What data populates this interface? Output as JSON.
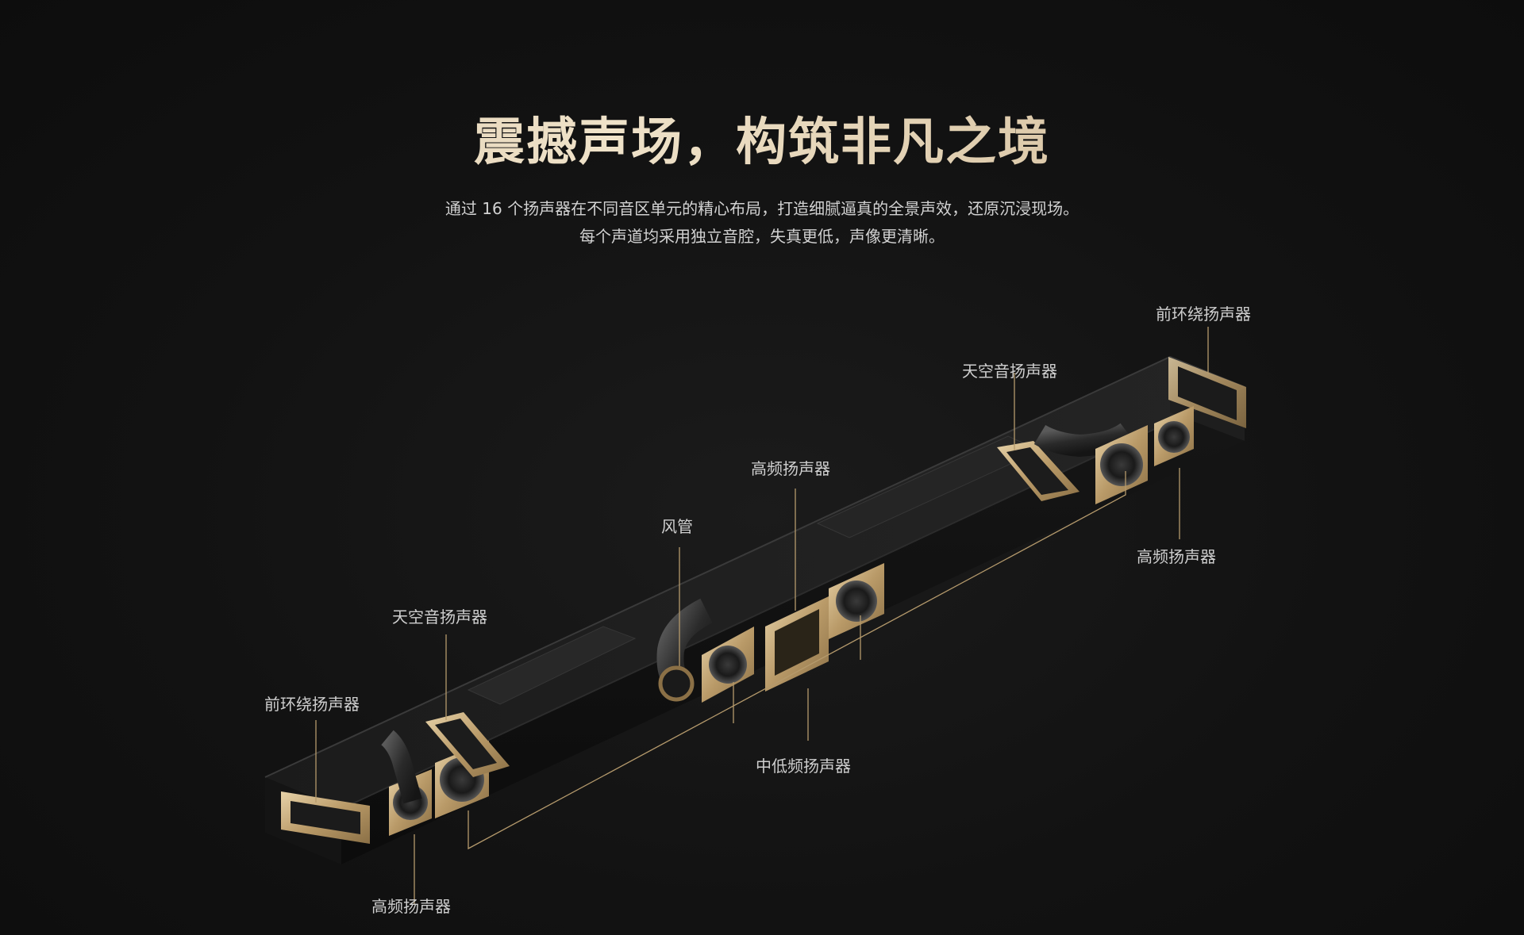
{
  "headline": {
    "title": "震撼声场，构筑非凡之境",
    "subtitle_line1": "通过 16 个扬声器在不同音区单元的精心布局，打造细腻逼真的全景声效，还原沉浸现场。",
    "subtitle_line2": "每个声道均采用独立音腔，失真更低，声像更清晰。"
  },
  "callouts": {
    "front_surround_right": "前环绕扬声器",
    "sky_right": "天空音扬声器",
    "tweeter_center": "高频扬声器",
    "duct": "风管",
    "tweeter_right": "高频扬声器",
    "sky_left": "天空音扬声器",
    "front_surround_left": "前环绕扬声器",
    "mid_bass": "中低频扬声器",
    "tweeter_left": "高频扬声器"
  },
  "colors": {
    "background": "#111111",
    "accent_gold": "#c8a978",
    "leader_line": "#b59a6c"
  }
}
